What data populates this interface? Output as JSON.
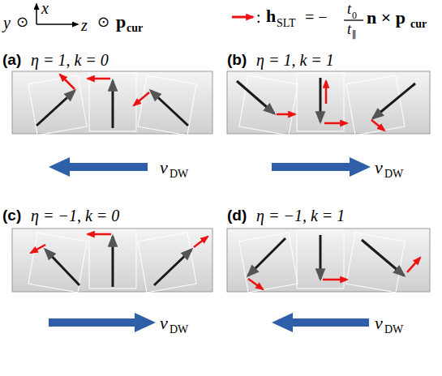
{
  "diagram": {
    "labels": [
      "x",
      "y",
      "⊙",
      "z",
      "⊙",
      "p",
      "cur",
      ":",
      "h",
      "SLT",
      "= −",
      "t",
      "0",
      "t",
      "∥",
      "n × p",
      "cur",
      "(a)",
      "η = 1, k = 0",
      "(b)",
      "η = 1, k = 1",
      "v",
      "DW",
      "v",
      "DW",
      "(c)",
      "η = −1, k = 0",
      "(d)",
      "η = −1, k = 1",
      "v",
      "DW",
      "v",
      "DW"
    ]
  }
}
